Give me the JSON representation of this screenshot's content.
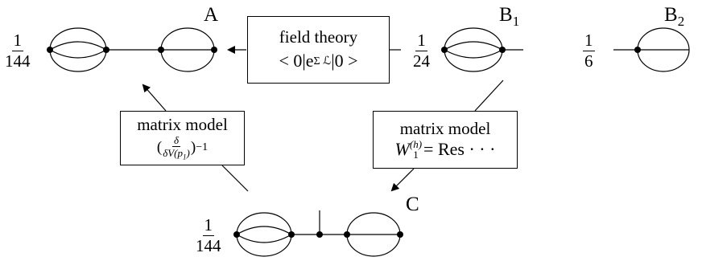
{
  "labels": {
    "A": "A",
    "B": "B",
    "B1_sub": "1",
    "B2_sub": "2",
    "C": "C"
  },
  "coefficients": {
    "a": {
      "num": "1",
      "den": "144"
    },
    "b1": {
      "num": "1",
      "den": "24"
    },
    "b2": {
      "num": "1",
      "den": "6"
    },
    "c": {
      "num": "1",
      "den": "144"
    }
  },
  "boxes": {
    "field_theory": {
      "title": "field theory",
      "formula_left": "< 0|e",
      "formula_exp": "Σ ℒ",
      "formula_right": "|0 >"
    },
    "matrix_left": {
      "title": "matrix model",
      "frac_num": "δ",
      "frac_den": "δV(p",
      "frac_den_sub": "1",
      "frac_den_close": ")",
      "exp": "−1"
    },
    "matrix_right": {
      "title": "matrix model",
      "W": "W",
      "W_sub": "1",
      "W_sup": "(h)",
      "rest": " = Res · · ·"
    }
  }
}
